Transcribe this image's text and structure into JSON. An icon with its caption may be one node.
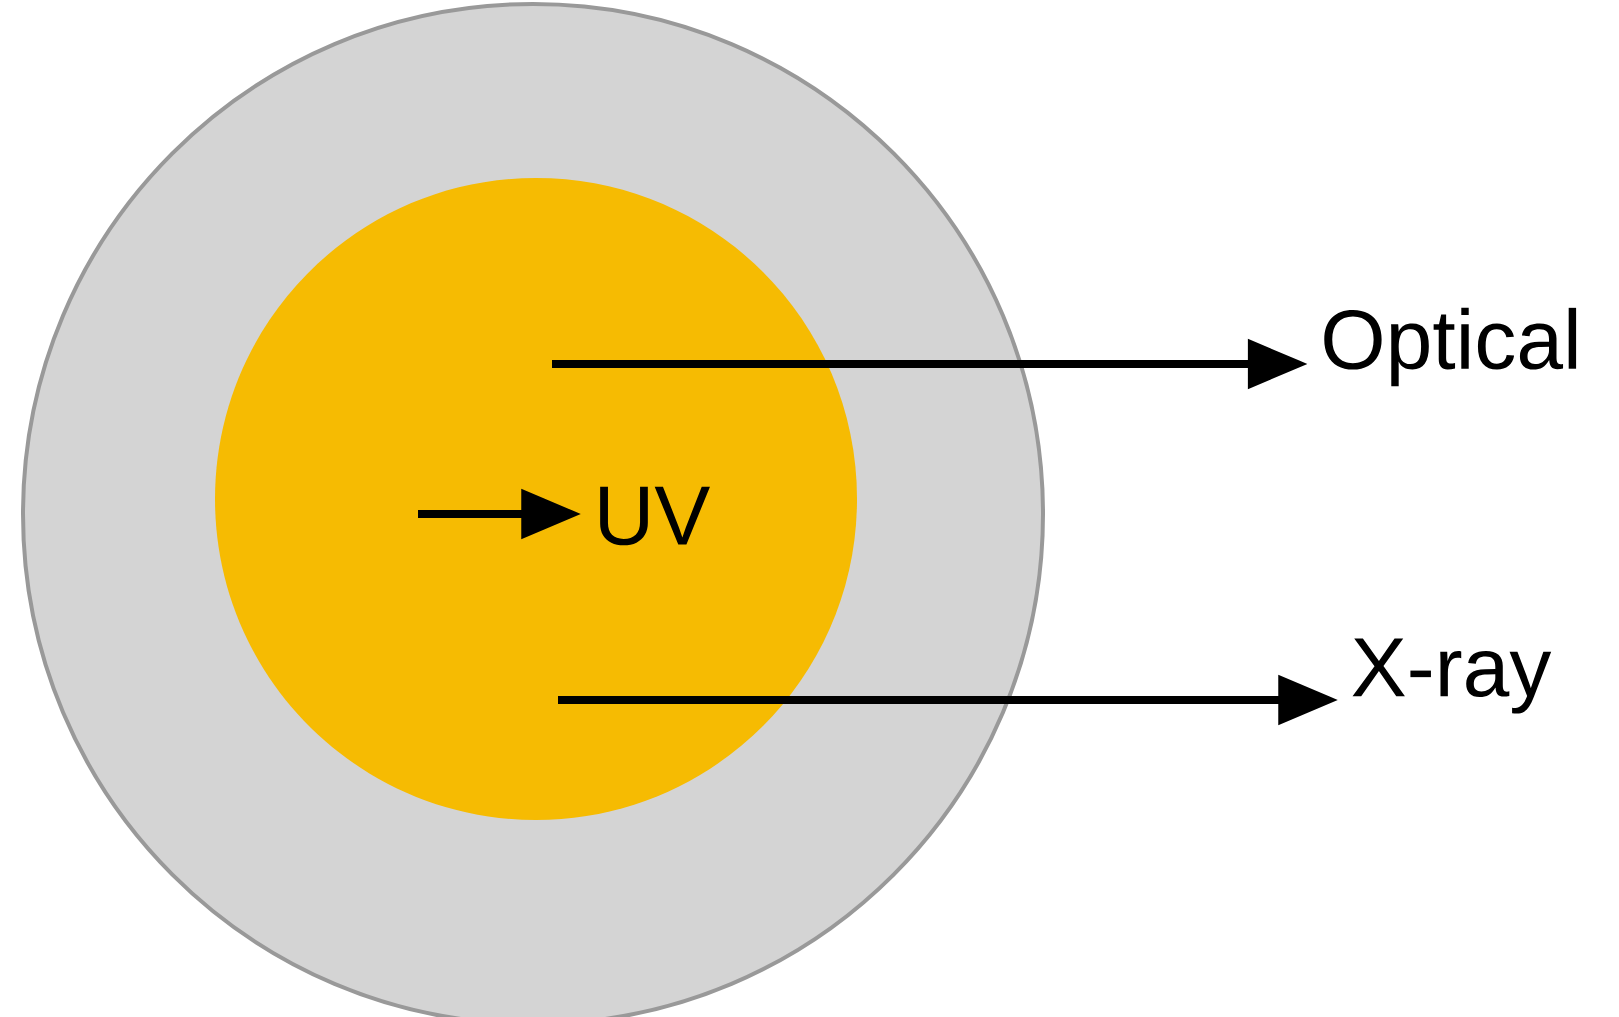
{
  "diagram": {
    "nodes": [
      {
        "text": [],
        "shape": "circle"
      },
      {
        "text": [],
        "shape": "circle",
        "in": 0
      },
      {
        "text": [
          "UV"
        ],
        "in": 1
      },
      {
        "text": [
          "Optical"
        ]
      },
      {
        "text": [
          "X-ray"
        ]
      }
    ],
    "edges": [
      {
        "from": null,
        "to": 3,
        "arrow": "to"
      },
      {
        "from": null,
        "to": 2,
        "arrow": "to"
      },
      {
        "from": null,
        "to": 4,
        "arrow": "to"
      }
    ]
  }
}
